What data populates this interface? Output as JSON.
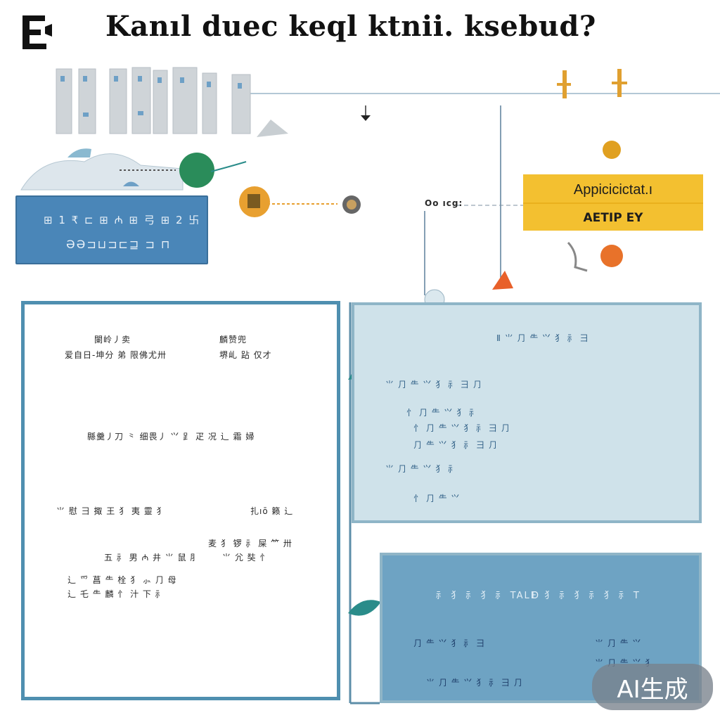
{
  "title": "Kanıl duec keql ktnii. ksebud?",
  "colors": {
    "blue_panel": "#4a86b8",
    "frame_blue": "#4f8fb0",
    "yellow": "#f3c030",
    "orange": "#e8a030",
    "light_panel": "#cfe2ea",
    "teal": "#2a8c8a"
  },
  "top_left_panel": {
    "line1": "⊞ 1  ₹ ⊏ ⊞ ₼ ⊞ 弓 ⊞ 2 卐",
    "line2": "ƏƏ⊐⊔⊐⊏⊒ ⊐ ⊓"
  },
  "yellow_banner": {
    "line1": "Appicicictat.ı",
    "line2": "ΑΕΤΙΡ ΕΥ"
  },
  "labels": {
    "cluster": "Oo ıcg:",
    "left_p1a": "闌岭丿卖",
    "left_p1b": "爱自日-坤分 弟 限佛尤卅",
    "left_p2a": "麟赞兜",
    "left_p2b": "堺乢 跕 仅才",
    "left_mid": "縣羹丿刀 ⺀ 细畏丿 ⺍ ⻊ 疋 况 ⻌ 霜 婦",
    "left_p3": "⺌ 慰 ⺕ 掫 王 ⺨ 夷 靈 ⺨",
    "left_p3b": "扎ıō 籁 ⻌",
    "left_p4": "麦 ⺨ 锣 ⺬ 屎 ⺮ 卅",
    "left_p5": "五 ⺬ 男 ₼ 井 ⺌ 鼠 ⺼",
    "left_p5b": "⺌ ⺑ 奘 ⺖",
    "left_p6": "⻌ ⺤ 菖 ⺧ 栓 ⺨ ⺗ ⺆ ⺟",
    "left_p6b": "⻌ 乇 ⺧ 麟 ⺖ 汁 下 ⺬",
    "rt_1": "Ⅱ ⺌ ⺆ ⺧ ⺍ ⺨ ⺬ ⺕",
    "rt_2": "⺌ ⺆ ⺧ ⺍ ⺨ ⺬ ⺕ ⺆",
    "rt_3": "⺖ ⺆ ⺧ ⺍ ⺨ ⺬",
    "rt_4": "⺖ ⺆ ⺧ ⺍ ⺨ ⺬ ⺕ ⺆",
    "rt_5": "⺆ ⺧ ⺍ ⺨ ⺬ ⺕ ⺆",
    "rt_6": "⺌ ⺆ ⺧ ⺍ ⺨ ⺬",
    "rt_7": "⺖ ⺆ ⺧ ⺍",
    "rb_h1": "⺬ ⺨ ⺬ ⺨ ⺬ TALE",
    "rb_h2": "D ⺨ ⺬ ⺨ ⺬ ⺨ ⺬ T",
    "rb_1": "⺆ ⺧ ⺍ ⺨ ⺬ ⺕",
    "rb_2": "⺌ ⺆ ⺧ ⺍",
    "rb_3": "⺌ ⺆ ⺧ ⺍ ⺨",
    "rb_4": "⺌ ⺆ ⺧ ⺍ ⺨ ⺬ ⺕ ⺆"
  },
  "watermark": "AI生成"
}
